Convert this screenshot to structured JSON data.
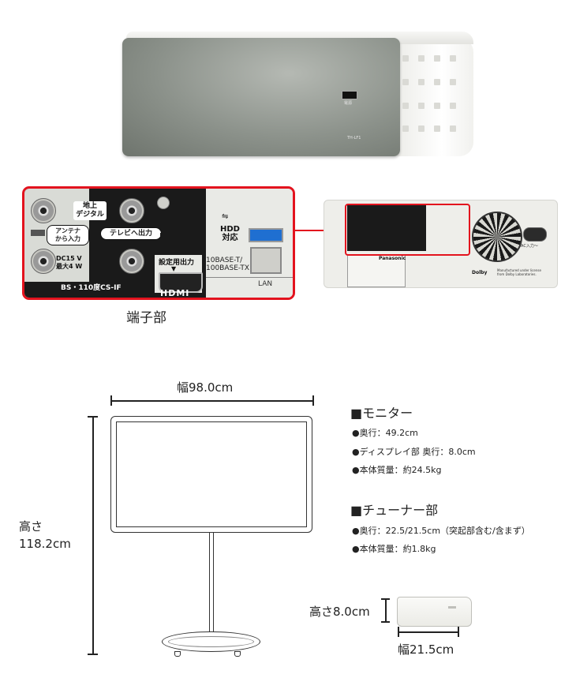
{
  "product": {
    "usb_port_label": "電源",
    "model_label": "TH-LF1"
  },
  "rear_panel": {
    "terrestrial_label": "地上\nデジタル",
    "antenna_in_label": "アンテナ\nから入力",
    "tv_out_label": "テレビへ出力",
    "dc_label": "DC15 V\n最大4 W",
    "bs_label": "BS・110度CS-IF",
    "setting_out_label": "設定用出力",
    "hdmi_label": "HDMI",
    "hdd_label": "HDD\n対応",
    "base_label": "10BASE-T/\n100BASE-TX",
    "lan_label": "LAN"
  },
  "thumb": {
    "brand": "Panasonic",
    "dolby": "Dolby",
    "dolby_note": "Manufactured under license\nfrom Dolby Laboratories.",
    "ac_label": "AC入力～"
  },
  "captions": {
    "terminal": "端子部"
  },
  "dimensions": {
    "tv_width": "幅98.0cm",
    "tv_height_label": "高さ",
    "tv_height_value": "118.2cm",
    "tuner_height": "高さ8.0cm",
    "tuner_width": "幅21.5cm"
  },
  "specs": {
    "monitor": {
      "heading": "■モニター",
      "items": [
        "●奥行：49.2cm",
        "●ディスプレイ部 奥行：8.0cm",
        "●本体質量：約24.5kg"
      ]
    },
    "tuner": {
      "heading": "■チューナー部",
      "items": [
        "●奥行：22.5/21.5cm（突起部含む/含まず）",
        "●本体質量：約1.8kg"
      ]
    }
  }
}
